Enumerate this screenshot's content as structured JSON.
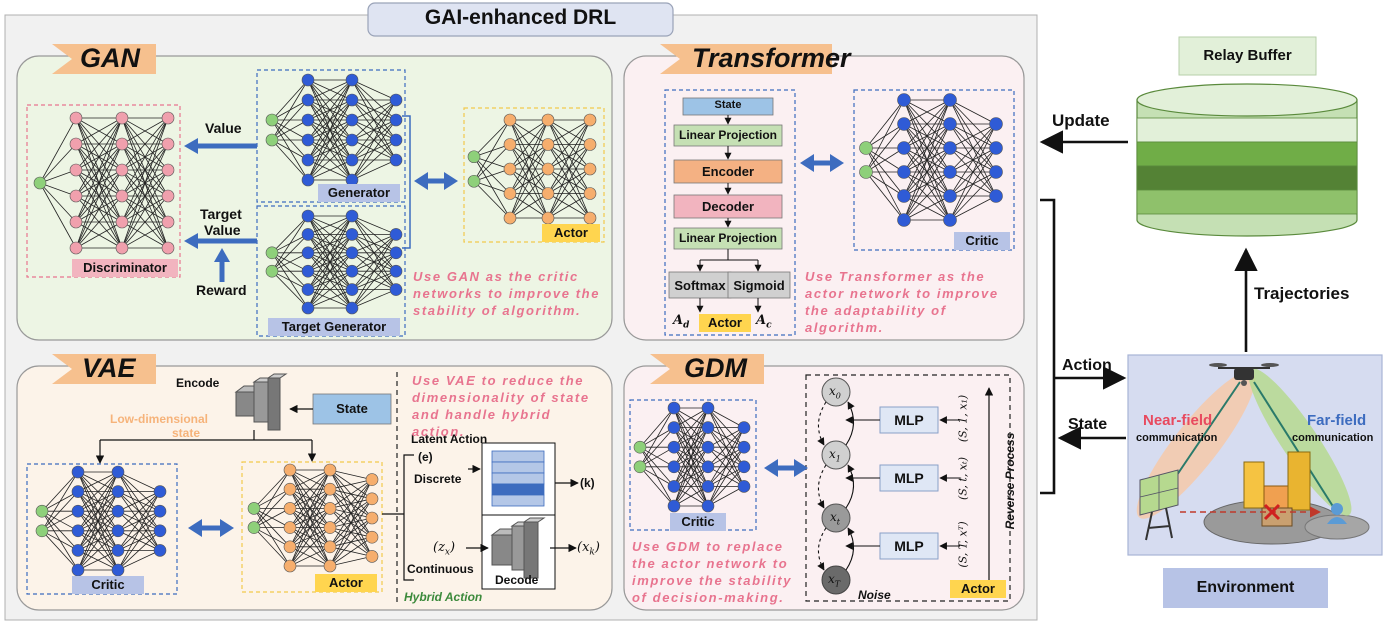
{
  "header": {
    "title": "GAI-enhanced DRL"
  },
  "gan": {
    "title": "GAN",
    "value": "Value",
    "target_value": [
      "Target",
      "Value"
    ],
    "reward": "Reward",
    "discriminator": "Discriminator",
    "generator": "Generator",
    "target_generator": "Target Generator",
    "actor": "Actor",
    "caption": "Use GAN as the critic networks to improve the stability of algorithm."
  },
  "transformer": {
    "title": "Transformer",
    "state": "State",
    "linear_projection": "Linear Projection",
    "encoder": "Encoder",
    "decoder": "Decoder",
    "softmax": "Softmax",
    "sigmoid": "Sigmoid",
    "a_d": "A",
    "a_d_sub": "d",
    "a_c": "A",
    "a_c_sub": "c",
    "actor": "Actor",
    "critic": "Critic",
    "caption": "Use Transformer as the actor network to improve the adaptability of algorithm."
  },
  "vae": {
    "title": "VAE",
    "encode": "Encode",
    "low_dim_state": [
      "Low-dimensional",
      "state"
    ],
    "state": "State",
    "critic": "Critic",
    "actor": "Actor",
    "latent_action": "Latent Action",
    "e": "(e)",
    "discrete": "Discrete",
    "k": "(k)",
    "zx": "(z",
    "zx_sub": "x",
    "xk": "(x",
    "xk_sub": "k",
    "continuous": "Continuous",
    "decode": "Decode",
    "hybrid_action": "Hybrid Action",
    "caption": "Use VAE to reduce the dimensionality of state and handle hybrid action."
  },
  "gdm": {
    "title": "GDM",
    "critic": "Critic",
    "mlp": "MLP",
    "x0": "x",
    "x0_sub": "0",
    "x1": "x",
    "x1_sub": "1",
    "xt": "x",
    "xt_sub": "t",
    "xT": "x",
    "xT_sub": "T",
    "cond1": "(S, 1, x₁)",
    "cond2": "(S, t, xₜ)",
    "cond3": "(S, T, xᵀ)",
    "reverse_process": "Reverse Process",
    "noise": "Noise",
    "actor": "Actor",
    "caption": "Use GDM to replace the actor network to improve the stability of decision-making."
  },
  "right": {
    "relay_buffer": "Relay Buffer",
    "update": "Update",
    "trajectories": "Trajectories",
    "action": "Action",
    "state": "State",
    "near_field": "Near-field",
    "far_field": "Far-field",
    "communication": "communication",
    "environment": "Environment"
  },
  "colors": {
    "gan_panel": "#edf5e4",
    "transformer_panel": "#fbf0f2",
    "vae_panel": "#fcf3e9",
    "gdm_panel": "#fbf0f2",
    "outer_panel": "#f1f1f1",
    "arrow_blue": "#3d6cbf",
    "node_blue": "#2f5bd6",
    "node_green": "#8ed07a",
    "node_pink": "#f0a0ad",
    "node_orange": "#f6ae6d",
    "label_lavender": "#b7c3e6",
    "label_yellow": "#ffd54f",
    "label_pink": "#f2b4bf",
    "caption_pink": "#e8748f",
    "buffer_green": "#70ad47"
  }
}
